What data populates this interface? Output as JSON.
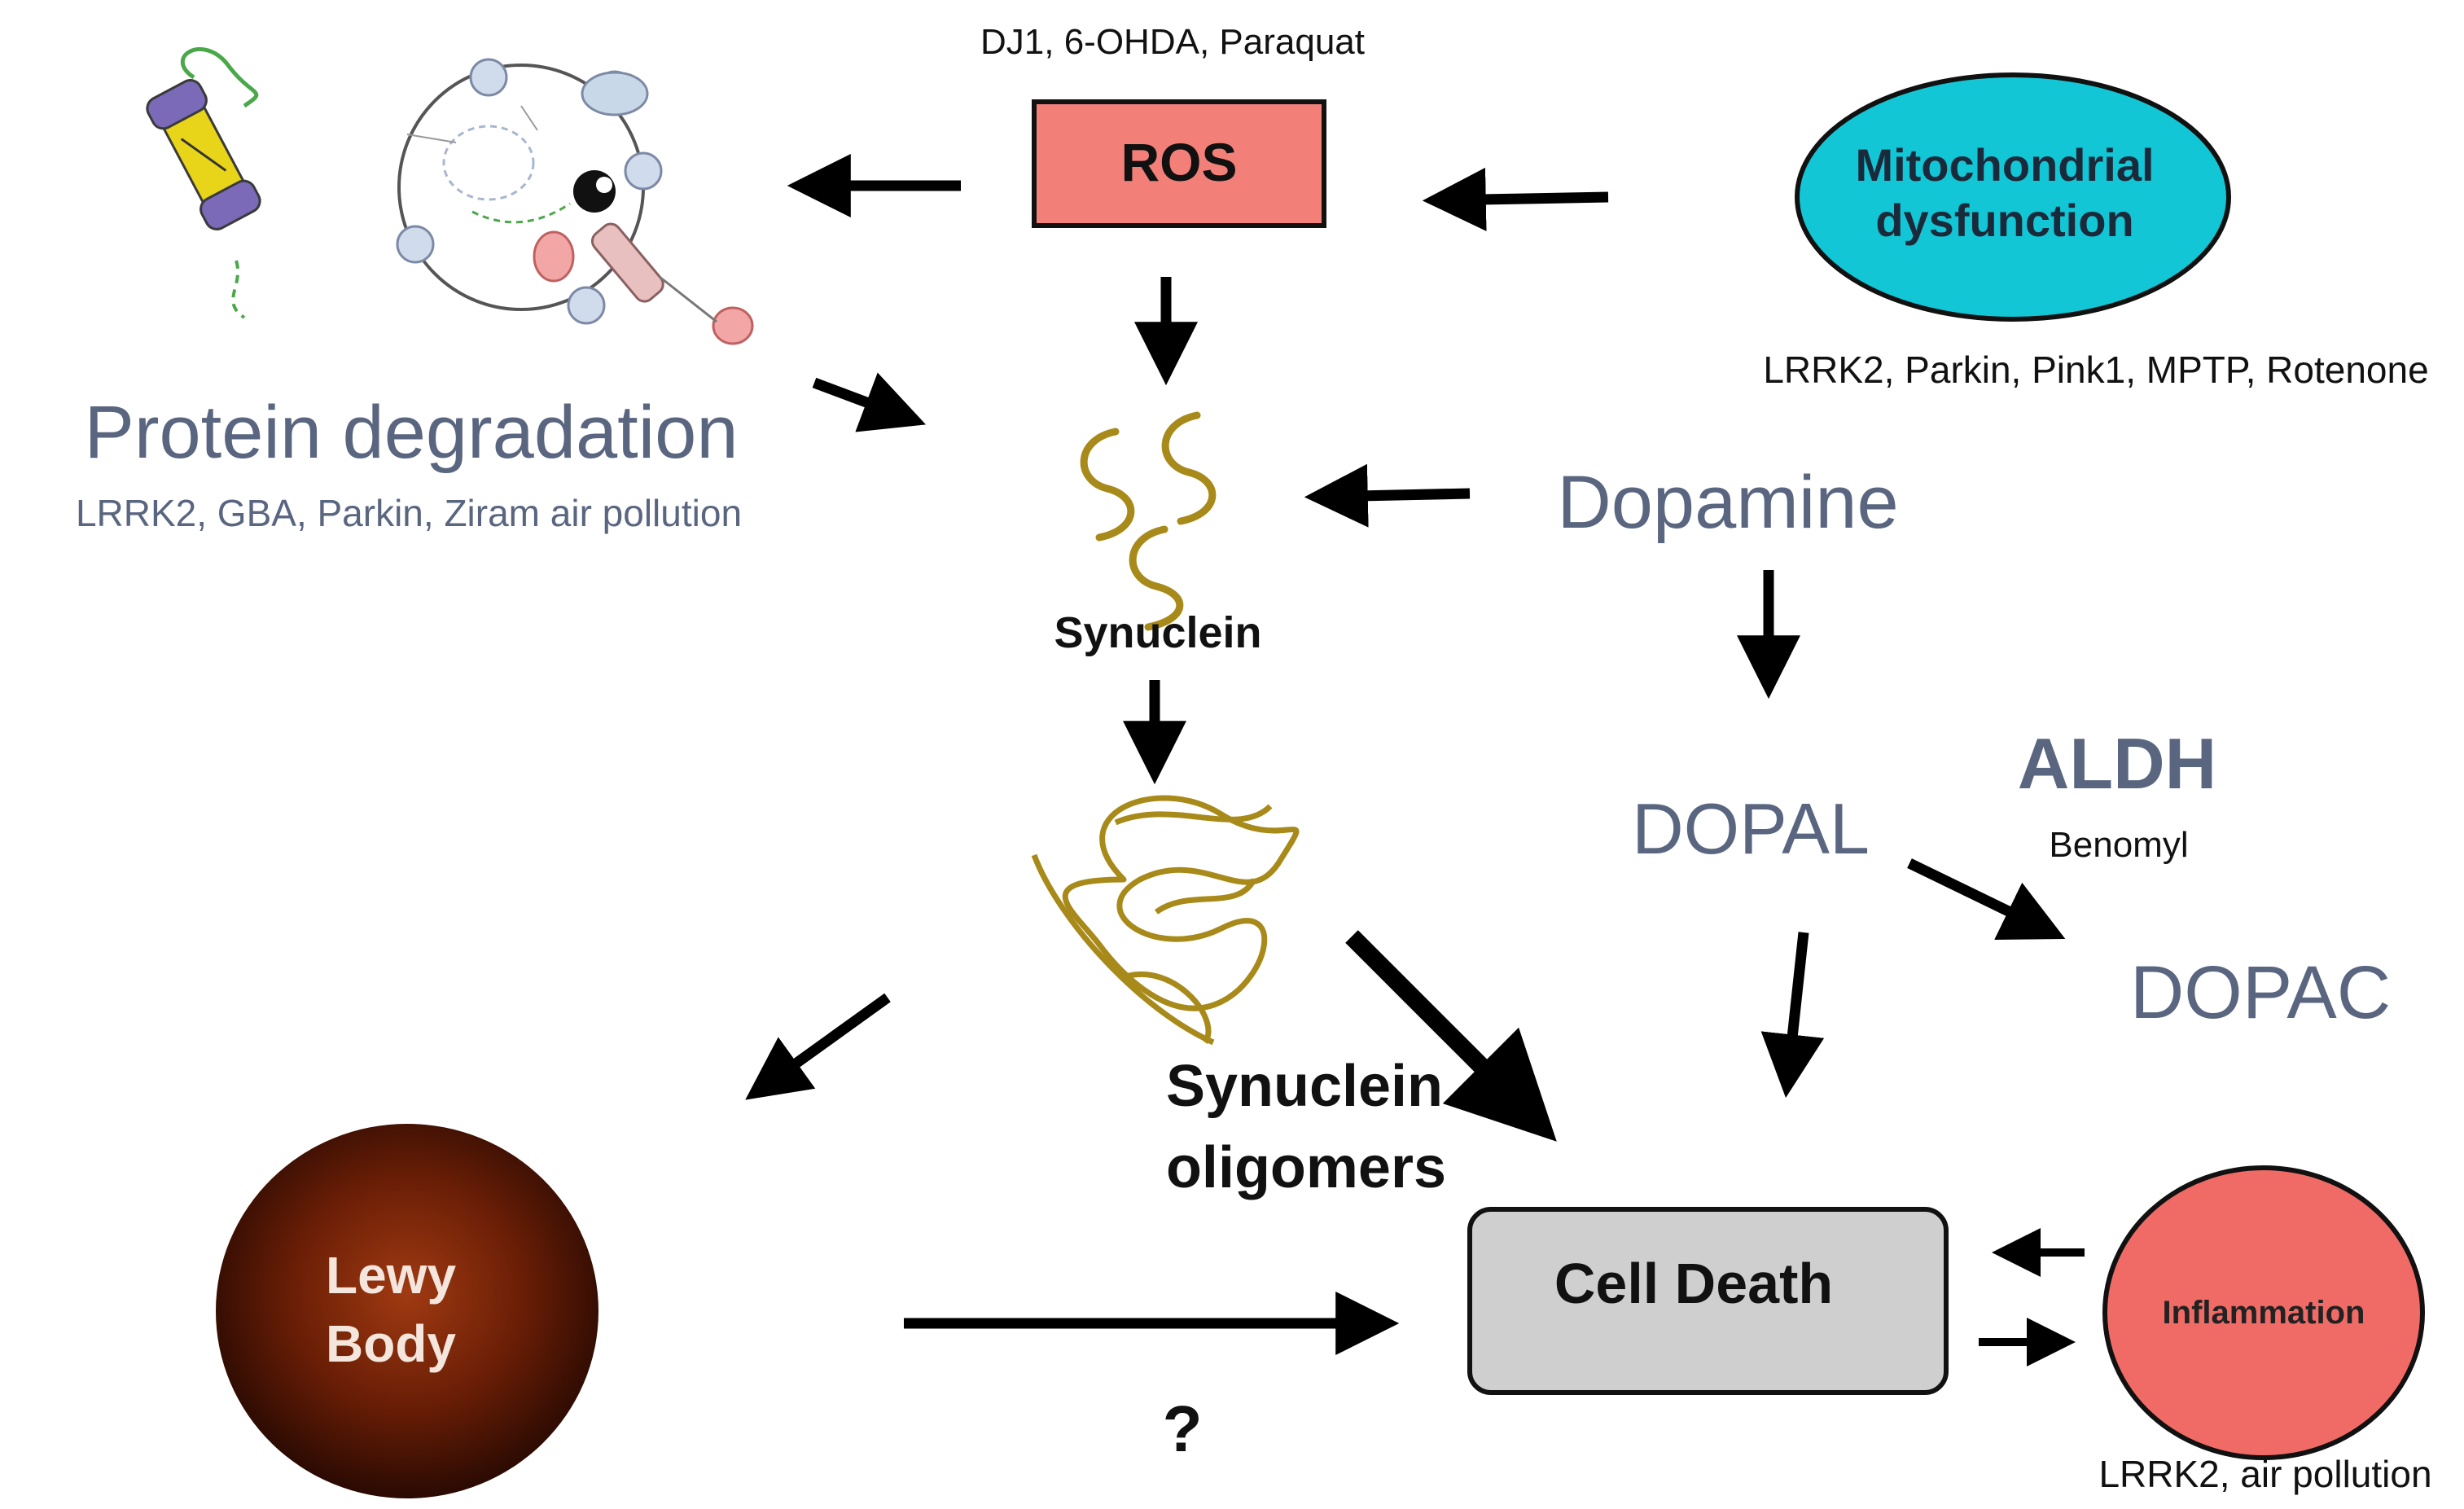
{
  "title": "",
  "nodes": {
    "ros": {
      "label": "ROS",
      "causes": "DJ1, 6-OHDA, Paraquat"
    },
    "mito": {
      "line1": "Mitochondrial",
      "line2": "dysfunction",
      "causes": "LRRK2, Parkin, Pink1, MPTP, Rotenone"
    },
    "protein": {
      "label": "Protein degradation",
      "causes": "LRRK2, GBA, Parkin, Ziram air pollution"
    },
    "synuclein": {
      "label": "Synuclein"
    },
    "dopamine": {
      "label": "Dopamine"
    },
    "dopal": {
      "label": "DOPAL"
    },
    "aldh": {
      "label": "ALDH",
      "causes": "Benomyl"
    },
    "dopac": {
      "label": "DOPAC"
    },
    "oligomers": {
      "line1": "Synuclein",
      "line2": "oligomers"
    },
    "lewy": {
      "line1": "Lewy",
      "line2": "Body"
    },
    "celldeath": {
      "label": "Cell Death"
    },
    "inflammation": {
      "label": "Inflammation",
      "causes": "LRRK2, air pollution"
    },
    "question": {
      "label": "?"
    }
  },
  "colors": {
    "ros_fill": "#f28079",
    "mito_fill": "#12c6d6",
    "celldeath_fill": "#cfcfcf",
    "inflammation_fill": "#f06b66",
    "lewy_outer": "#2a0a02",
    "lewy_inner": "#a03a12",
    "slate_text": "#5a6680",
    "fibril": "#a88a1a",
    "arrow": "#000000"
  },
  "arrows": [
    {
      "from": "ros",
      "to": "protein"
    },
    {
      "from": "mito",
      "to": "ros"
    },
    {
      "from": "ros",
      "to": "synuclein"
    },
    {
      "from": "protein",
      "to": "synuclein"
    },
    {
      "from": "dopamine",
      "to": "synuclein"
    },
    {
      "from": "dopamine",
      "to": "dopal"
    },
    {
      "from": "synuclein",
      "to": "oligomers"
    },
    {
      "from": "dopal",
      "to": "dopac"
    },
    {
      "from": "dopal",
      "to": "celldeath"
    },
    {
      "from": "oligomers",
      "to": "celldeath"
    },
    {
      "from": "oligomers",
      "to": "lewy"
    },
    {
      "from": "lewy",
      "to": "celldeath"
    },
    {
      "from": "inflammation",
      "to": "celldeath"
    },
    {
      "from": "celldeath",
      "to": "inflammation"
    }
  ]
}
